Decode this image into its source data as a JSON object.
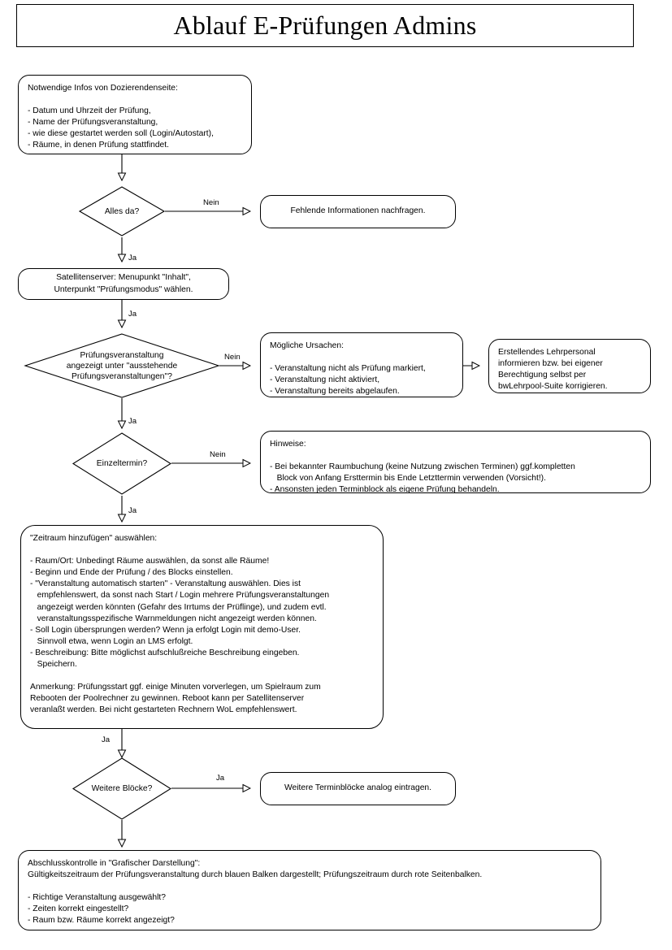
{
  "title": "Ablauf E-Prüfungen Admins",
  "nodes": {
    "infos": "Notwendige Infos von Dozierendenseite:\n\n- Datum und Uhrzeit der Prüfung,\n- Name der Prüfungsveranstaltung,\n- wie diese gestartet werden soll (Login/Autostart),\n- Räume, in denen Prüfung stattfindet.",
    "alles_da": "Alles da?",
    "fehlende_infos": "Fehlende Informationen nachfragen.",
    "satellitenserver": "Satellitenserver: Menupunkt \"Inhalt\",\nUnterpunkt \"Prüfungsmodus\" wählen.",
    "angezeigt": "Prüfungsveranstaltung\nangezeigt unter \"ausstehende\nPrüfungsveranstaltungen\"?",
    "ursachen": "Mögliche Ursachen:\n\n- Veranstaltung nicht als Prüfung markiert,\n- Veranstaltung nicht aktiviert,\n- Veranstaltung bereits abgelaufen.",
    "lehrpersonal": "Erstellendes Lehrpersonal\ninformieren bzw. bei eigener\nBerechtigung selbst per\nbwLehrpool-Suite korrigieren.",
    "einzeltermin": "Einzeltermin?",
    "hinweise": "Hinweise:\n\n- Bei bekannter Raumbuchung (keine Nutzung zwischen Terminen) ggf.kompletten\n   Block von Anfang Ersttermin bis Ende Letzttermin verwenden (Vorsicht!).\n- Ansonsten jeden Terminblock als eigene Prüfung behandeln.",
    "zeitraum": "\"Zeitraum hinzufügen\" auswählen:\n\n- Raum/Ort: Unbedingt Räume auswählen, da sonst alle Räume!\n- Beginn und Ende der Prüfung / des Blocks einstellen.\n- \"Veranstaltung automatisch starten\" - Veranstaltung auswählen. Dies ist\n   empfehlenswert, da sonst nach Start / Login mehrere Prüfungsveranstaltungen\n   angezeigt werden könnten (Gefahr des Irrtums der Prüflinge), und zudem evtl.\n   veranstaltungsspezifische Warnmeldungen nicht angezeigt werden können.\n- Soll Login übersprungen werden? Wenn ja erfolgt Login mit demo-User.\n   Sinnvoll etwa, wenn Login an LMS erfolgt.\n- Beschreibung: Bitte möglichst aufschlußreiche Beschreibung eingeben.\n   Speichern.\n\nAnmerkung: Prüfungsstart ggf. einige Minuten vorverlegen, um Spielraum zum\nRebooten der Poolrechner zu gewinnen. Reboot kann per Satellitenserver\nveranlaßt werden. Bei nicht gestarteten Rechnern WoL empfehlenswert.",
    "weitere_bloecke": "Weitere Blöcke?",
    "terminbloecke": "Weitere Terminblöcke analog eintragen.",
    "abschlusskontrolle": "Abschlusskontrolle in \"Grafischer Darstellung\":\nGültigkeitszeitraum der Prüfungsveranstaltung durch blauen Balken dargestellt; Prüfungszeitraum durch rote Seitenbalken.\n\n- Richtige Veranstaltung ausgewählt?\n- Zeiten korrekt eingestellt?\n- Raum bzw. Räume korrekt angezeigt?"
  },
  "edges": {
    "alles_da_nein": "Nein",
    "alles_da_ja": "Ja",
    "satellit_ja": "Ja",
    "angezeigt_nein": "Nein",
    "angezeigt_ja": "Ja",
    "einzeltermin_nein": "Nein",
    "einzeltermin_ja": "Ja",
    "zeitraum_ja": "Ja",
    "bloecke_ja": "Ja"
  },
  "colors": {
    "stroke": "#000000",
    "background": "#ffffff"
  }
}
